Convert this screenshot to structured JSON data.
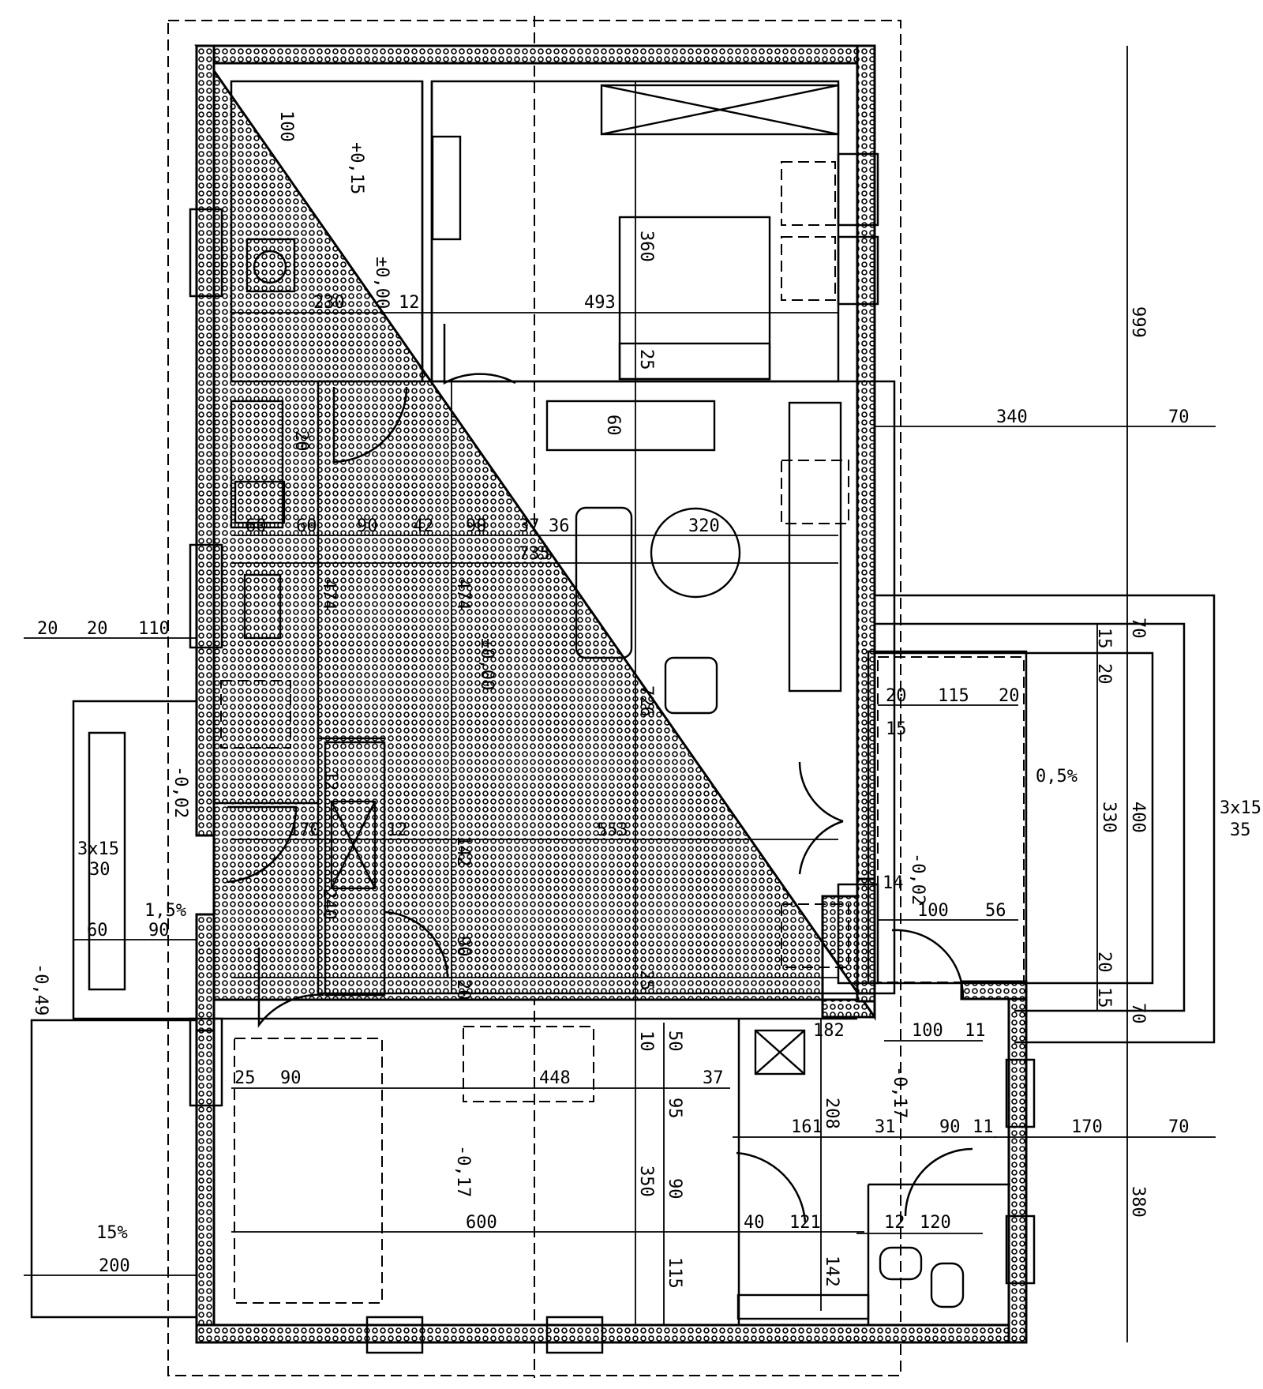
{
  "levels": [
    {
      "id": "bath",
      "text": "+0,15"
    },
    {
      "id": "wc",
      "text": "±0,00"
    },
    {
      "id": "living",
      "text": "±0,00"
    },
    {
      "id": "west",
      "text": "-0,02"
    },
    {
      "id": "terrace",
      "text": "-0,02"
    },
    {
      "id": "garage",
      "text": "-0,17"
    },
    {
      "id": "utility",
      "text": "-0,17"
    },
    {
      "id": "outside",
      "text": "-0,49"
    }
  ],
  "slopes": [
    "0,5%",
    "1,5%",
    "15%"
  ],
  "stairs": [
    {
      "id": "west-stairs",
      "line1": "3x15",
      "line2": "30"
    },
    {
      "id": "east-stairs",
      "line1": "3x15",
      "line2": "35"
    }
  ],
  "dimensions": [
    {
      "id": "d100-bath",
      "text": "100"
    },
    {
      "id": "d230",
      "text": "230"
    },
    {
      "id": "d12-a",
      "text": "12"
    },
    {
      "id": "d493",
      "text": "493"
    },
    {
      "id": "d360",
      "text": "360"
    },
    {
      "id": "d25-bed",
      "text": "25"
    },
    {
      "id": "d999",
      "text": "999"
    },
    {
      "id": "d20-kit",
      "text": "20"
    },
    {
      "id": "d60-fr",
      "text": "60"
    },
    {
      "id": "d340",
      "text": "340"
    },
    {
      "id": "d70-r1",
      "text": "70"
    },
    {
      "id": "d60-a",
      "text": "60"
    },
    {
      "id": "d60-b",
      "text": "60"
    },
    {
      "id": "d90-a",
      "text": "90"
    },
    {
      "id": "d42",
      "text": "42"
    },
    {
      "id": "d90-b",
      "text": "90"
    },
    {
      "id": "d37-a",
      "text": "37"
    },
    {
      "id": "d36",
      "text": "36"
    },
    {
      "id": "d320",
      "text": "320"
    },
    {
      "id": "d735",
      "text": "735"
    },
    {
      "id": "d474-a",
      "text": "474"
    },
    {
      "id": "d474-b",
      "text": "474"
    },
    {
      "id": "d726",
      "text": "726"
    },
    {
      "id": "d20-l1",
      "text": "20"
    },
    {
      "id": "d20-l2",
      "text": "20"
    },
    {
      "id": "d110",
      "text": "110"
    },
    {
      "id": "d70-r2",
      "text": "70"
    },
    {
      "id": "d15-a",
      "text": "15"
    },
    {
      "id": "d20-t1",
      "text": "20"
    },
    {
      "id": "d20-t2",
      "text": "20"
    },
    {
      "id": "d115",
      "text": "115"
    },
    {
      "id": "d20-t3",
      "text": "20"
    },
    {
      "id": "d15-b",
      "text": "15"
    },
    {
      "id": "d12-b",
      "text": "12"
    },
    {
      "id": "d170-a",
      "text": "170"
    },
    {
      "id": "d12-c",
      "text": "12"
    },
    {
      "id": "d142-a",
      "text": "142"
    },
    {
      "id": "d553",
      "text": "553"
    },
    {
      "id": "d330",
      "text": "330"
    },
    {
      "id": "d400",
      "text": "400"
    },
    {
      "id": "d240",
      "text": "240"
    },
    {
      "id": "d14",
      "text": "14"
    },
    {
      "id": "d100-t",
      "text": "100"
    },
    {
      "id": "d56",
      "text": "56"
    },
    {
      "id": "d60-w",
      "text": "60"
    },
    {
      "id": "d90-w",
      "text": "90"
    },
    {
      "id": "d90-c",
      "text": "90"
    },
    {
      "id": "d20-c",
      "text": "20"
    },
    {
      "id": "d25-c",
      "text": "25"
    },
    {
      "id": "d20-t4",
      "text": "20"
    },
    {
      "id": "d15-c",
      "text": "15"
    },
    {
      "id": "d70-r3",
      "text": "70"
    },
    {
      "id": "d10",
      "text": "10"
    },
    {
      "id": "d50",
      "text": "50"
    },
    {
      "id": "d182",
      "text": "182"
    },
    {
      "id": "d100-u",
      "text": "100"
    },
    {
      "id": "d11-a",
      "text": "11"
    },
    {
      "id": "d25-g",
      "text": "25"
    },
    {
      "id": "d90-g",
      "text": "90"
    },
    {
      "id": "d448",
      "text": "448"
    },
    {
      "id": "d37-b",
      "text": "37"
    },
    {
      "id": "d95",
      "text": "95"
    },
    {
      "id": "d161",
      "text": "161"
    },
    {
      "id": "d208",
      "text": "208"
    },
    {
      "id": "d31",
      "text": "31"
    },
    {
      "id": "d90-u",
      "text": "90"
    },
    {
      "id": "d11-b",
      "text": "11"
    },
    {
      "id": "d170-b",
      "text": "170"
    },
    {
      "id": "d70-r4",
      "text": "70"
    },
    {
      "id": "d350",
      "text": "350"
    },
    {
      "id": "d90-v",
      "text": "90"
    },
    {
      "id": "d380",
      "text": "380"
    },
    {
      "id": "d600",
      "text": "600"
    },
    {
      "id": "d40",
      "text": "40"
    },
    {
      "id": "d121",
      "text": "121"
    },
    {
      "id": "d12-d",
      "text": "12"
    },
    {
      "id": "d120",
      "text": "120"
    },
    {
      "id": "d115-v",
      "text": "115"
    },
    {
      "id": "d142-b",
      "text": "142"
    },
    {
      "id": "d200",
      "text": "200"
    }
  ]
}
